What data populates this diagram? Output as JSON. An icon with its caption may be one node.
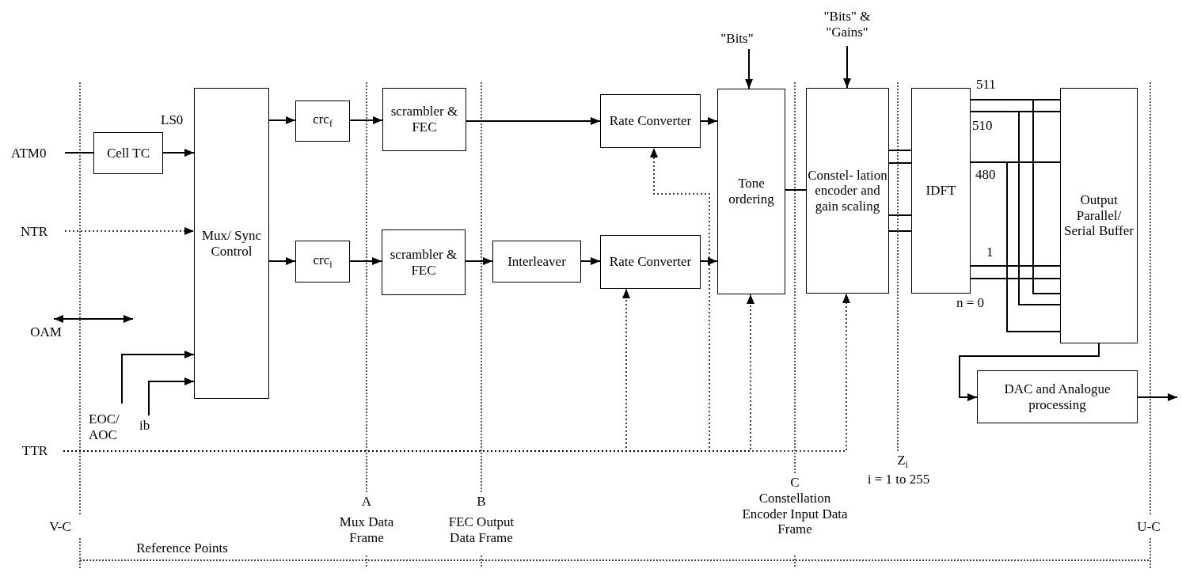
{
  "diagram": {
    "nodes": [
      {
        "text": [
          "ATM0"
        ]
      },
      {
        "text": [
          "Cell TC"
        ]
      },
      {
        "text": [
          "Mux/ Sync Control"
        ]
      },
      {
        "text": [
          "crc$_{f}$"
        ]
      },
      {
        "text": [
          "crc$_{i}$"
        ]
      },
      {
        "text": [
          "scrambler & FEC"
        ]
      },
      {
        "text": [
          "scrambler & FEC"
        ]
      },
      {
        "text": [
          "Interleaver"
        ]
      },
      {
        "text": [
          "Rate Converter"
        ]
      },
      {
        "text": [
          "Rate Converter"
        ]
      },
      {
        "text": [
          "Tone ordering"
        ]
      },
      {
        "text": [
          "Constel- lation encoder and gain scaling"
        ]
      },
      {
        "text": [
          "IDFT"
        ]
      },
      {
        "text": [
          "Output Parallel/ Serial Buffer"
        ]
      },
      {
        "text": [
          "DAC and Analogue processing"
        ]
      },
      {
        "text": [
          "NTR"
        ]
      },
      {
        "text": [
          "EOC/ AOC"
        ]
      },
      {
        "text": [
          "ib"
        ]
      },
      {
        "text": [
          "TTR"
        ]
      },
      {
        "text": [
          "\"Bits\""
        ]
      },
      {
        "text": [
          "\"Bits\" & \"Gains\""
        ]
      }
    ],
    "edges": [
      {
        "from": 0,
        "to": 1,
        "arrow": "none"
      },
      {
        "from": 1,
        "to": 2,
        "arrow": "to",
        "label": "LS0"
      },
      {
        "from": 15,
        "to": 2,
        "arrow": "to",
        "style": "dashed"
      },
      {
        "from": 16,
        "to": 2,
        "arrow": "to"
      },
      {
        "from": 17,
        "to": 2,
        "arrow": "to"
      },
      {
        "from": 2,
        "to": 3,
        "arrow": "to"
      },
      {
        "from": 2,
        "to": 4,
        "arrow": "to"
      },
      {
        "from": 3,
        "to": 5,
        "arrow": "to"
      },
      {
        "from": 4,
        "to": 6,
        "arrow": "to"
      },
      {
        "from": 5,
        "to": 8,
        "arrow": "to"
      },
      {
        "from": 6,
        "to": 7,
        "arrow": "to"
      },
      {
        "from": 7,
        "to": 9,
        "arrow": "to"
      },
      {
        "from": 8,
        "to": 10,
        "arrow": "to"
      },
      {
        "from": 9,
        "to": 10,
        "arrow": "to"
      },
      {
        "from": 19,
        "to": 10,
        "arrow": "to"
      },
      {
        "from": 20,
        "to": 11,
        "arrow": "to"
      },
      {
        "from": 18,
        "to": 9,
        "arrow": "to",
        "style": "dashed"
      },
      {
        "from": 18,
        "to": 8,
        "arrow": "to",
        "style": "dashed"
      },
      {
        "from": 18,
        "to": 10,
        "arrow": "to",
        "style": "dashed"
      },
      {
        "from": 18,
        "to": 11,
        "arrow": "to",
        "style": "dashed"
      },
      {
        "from": 10,
        "to": 11,
        "arrow": "none"
      },
      {
        "from": 11,
        "to": 12,
        "arrow": "none"
      },
      {
        "from": 11,
        "to": 12,
        "arrow": "none"
      },
      {
        "from": 11,
        "to": 12,
        "arrow": "none"
      },
      {
        "from": 11,
        "to": 12,
        "arrow": "none"
      },
      {
        "from": 12,
        "to": 13,
        "arrow": "none",
        "label": "511"
      },
      {
        "from": 12,
        "to": 13,
        "arrow": "none",
        "label": "510"
      },
      {
        "from": 12,
        "to": 13,
        "arrow": "none",
        "label": "480"
      },
      {
        "from": 12,
        "to": 13,
        "arrow": "none",
        "label": "1"
      },
      {
        "from": 12,
        "to": 13,
        "arrow": "none",
        "label": "n = 0"
      },
      {
        "from": 13,
        "to": 14,
        "arrow": "to"
      },
      {
        "from": 14,
        "to": null,
        "arrow": "to"
      }
    ],
    "labels": [
      "OAM",
      "Z$_{i}$",
      "i = 1 to 255",
      "C",
      "Constellation Encoder Input Data Frame",
      "A",
      "B",
      "V-C",
      "Mux Data Frame",
      "FEC Output Data Frame",
      "U-C",
      "Reference Points"
    ]
  }
}
